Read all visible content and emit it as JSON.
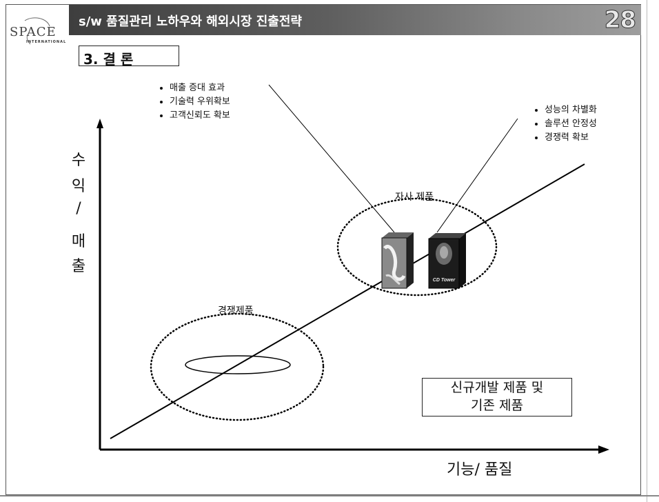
{
  "header": {
    "title": "s/w 품질관리 노하우와 해외시장 진출전략",
    "page_number": "28"
  },
  "logo": {
    "text": "SPACE",
    "subtext": "INTERNATIONAL"
  },
  "section": {
    "label": "3. 결 론"
  },
  "callouts": {
    "left": [
      "매출 증대 효과",
      "기술력 우위확보",
      "고객신뢰도 확보"
    ],
    "right": [
      "성능의 차별화",
      "솔루션 안정성",
      "경쟁력 확보"
    ]
  },
  "diagram": {
    "y_axis_label": [
      "수",
      "익",
      "/",
      "매",
      "출"
    ],
    "x_axis_label": "기능/ 품질",
    "our_products_label": "자사 제품",
    "competitor_label": "경쟁제품",
    "product_box_2_text": "CD Tower",
    "note_lines": [
      "신규개발 제품 및",
      "기존 제품"
    ]
  }
}
